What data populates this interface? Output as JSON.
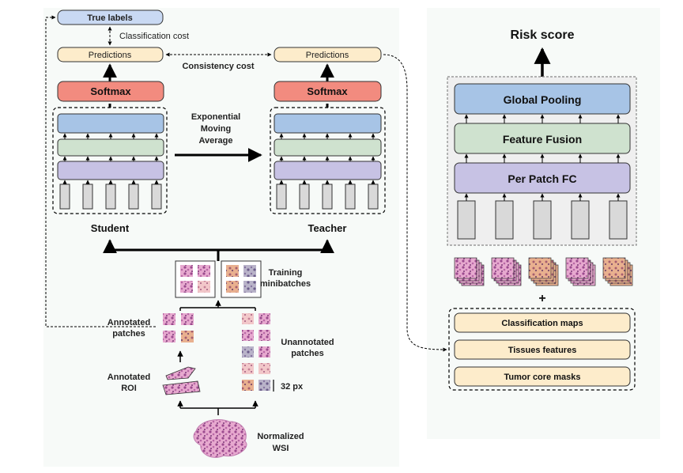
{
  "left": {
    "true_labels": "True labels",
    "classification_cost": "Classification cost",
    "consistency_cost": "Consistency cost",
    "student_predictions": "Predictions",
    "teacher_predictions": "Predictions",
    "student_softmax": "Softmax",
    "teacher_softmax": "Softmax",
    "ema_line1": "Exponential",
    "ema_line2": "Moving",
    "ema_line3": "Average",
    "student": "Student",
    "teacher": "Teacher",
    "training_line1": "Training",
    "training_line2": "minibatches",
    "annotated_patches_line1": "Annotated",
    "annotated_patches_line2": "patches",
    "unannotated_line1": "Unannotated",
    "unannotated_line2": "patches",
    "annotated_roi_line1": "Annotated",
    "annotated_roi_line2": "ROI",
    "patch_size": "32 px",
    "wsi_line1": "Normalized",
    "wsi_line2": "WSI"
  },
  "right": {
    "risk_score": "Risk score",
    "global_pooling": "Global Pooling",
    "feature_fusion": "Feature Fusion",
    "per_patch_fc": "Per Patch FC",
    "plus": "+",
    "inputs": [
      "Classification maps",
      "Tissues features",
      "Tumor core masks"
    ]
  },
  "colors": {
    "true_labels": "#c9d9f3",
    "predictions": "#fdeccb",
    "softmax": "#f28b7f",
    "layer_blue": "#a7c4e6",
    "layer_green": "#cfe2cf",
    "layer_purple": "#c7c2e4",
    "input_gray": "#d9d9d9",
    "right_panel": "#efefef",
    "tissue_pink": "#d48fbf",
    "tissue_dark": "#9b4a8e"
  }
}
